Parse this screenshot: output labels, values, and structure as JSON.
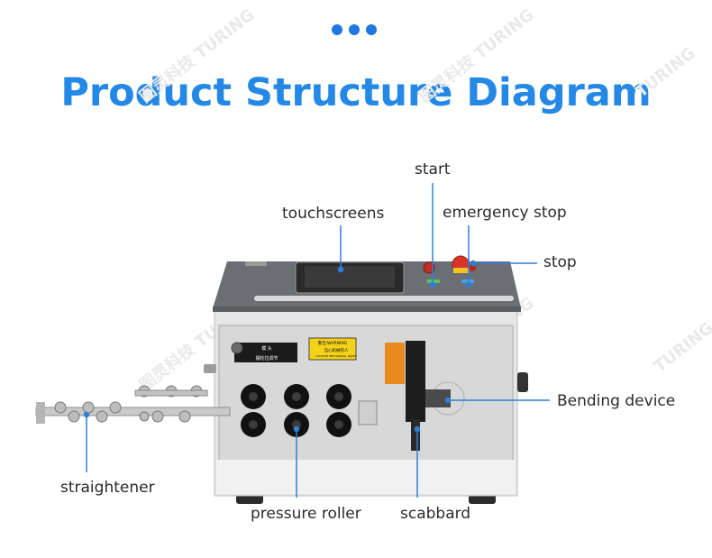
{
  "title": "Product Structure Diagram",
  "watermark": {
    "cn": "图灵科技",
    "en": "TURING"
  },
  "labels": {
    "start": "start",
    "touchscreens": "touchscreens",
    "emergency_stop": "emergency stop",
    "stop": "stop",
    "bending_device": "Bending device",
    "straightener": "straightener",
    "pressure_roller": "pressure roller",
    "scabbard": "scabbard"
  },
  "panel": {
    "cn_header": "模 头",
    "warning": "警告/WARNING",
    "caution_cn": "当心机械伤人",
    "caution_en": "CAUTION MECHANICAL INJURY",
    "adjust_cn": "摆轮拉调节",
    "ring": "一"
  },
  "colors": {
    "accent": "#2488e6",
    "leader": "#2f7fd8",
    "machine_top": "#6f7377",
    "machine_body": "#e4e4e4"
  }
}
